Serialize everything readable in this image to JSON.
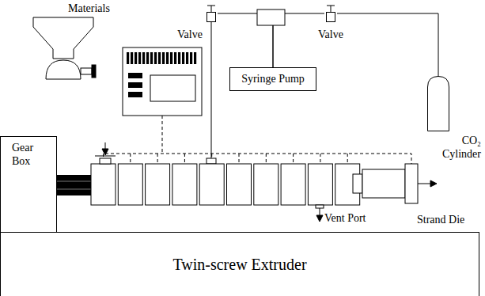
{
  "diagram": {
    "nodes": [
      {
        "text": [
          "Gear Box"
        ]
      },
      {
        "text": [
          "Valve"
        ]
      },
      {
        "text": [
          "Syringe Pump"
        ]
      },
      {
        "text": [
          "Valve"
        ]
      },
      {
        "text": [
          "CO₂ Cylinder"
        ]
      },
      {
        "text": [
          "Twin-screw Extruder"
        ]
      }
    ],
    "edges": [
      {
        "from": 1,
        "to": 2,
        "arrow": "none"
      },
      {
        "from": 2,
        "to": 3,
        "arrow": "none"
      },
      {
        "from": 3,
        "to": 4,
        "arrow": "none"
      }
    ],
    "labels": [
      "Materials",
      "Vent Port",
      "Strand Die"
    ]
  }
}
